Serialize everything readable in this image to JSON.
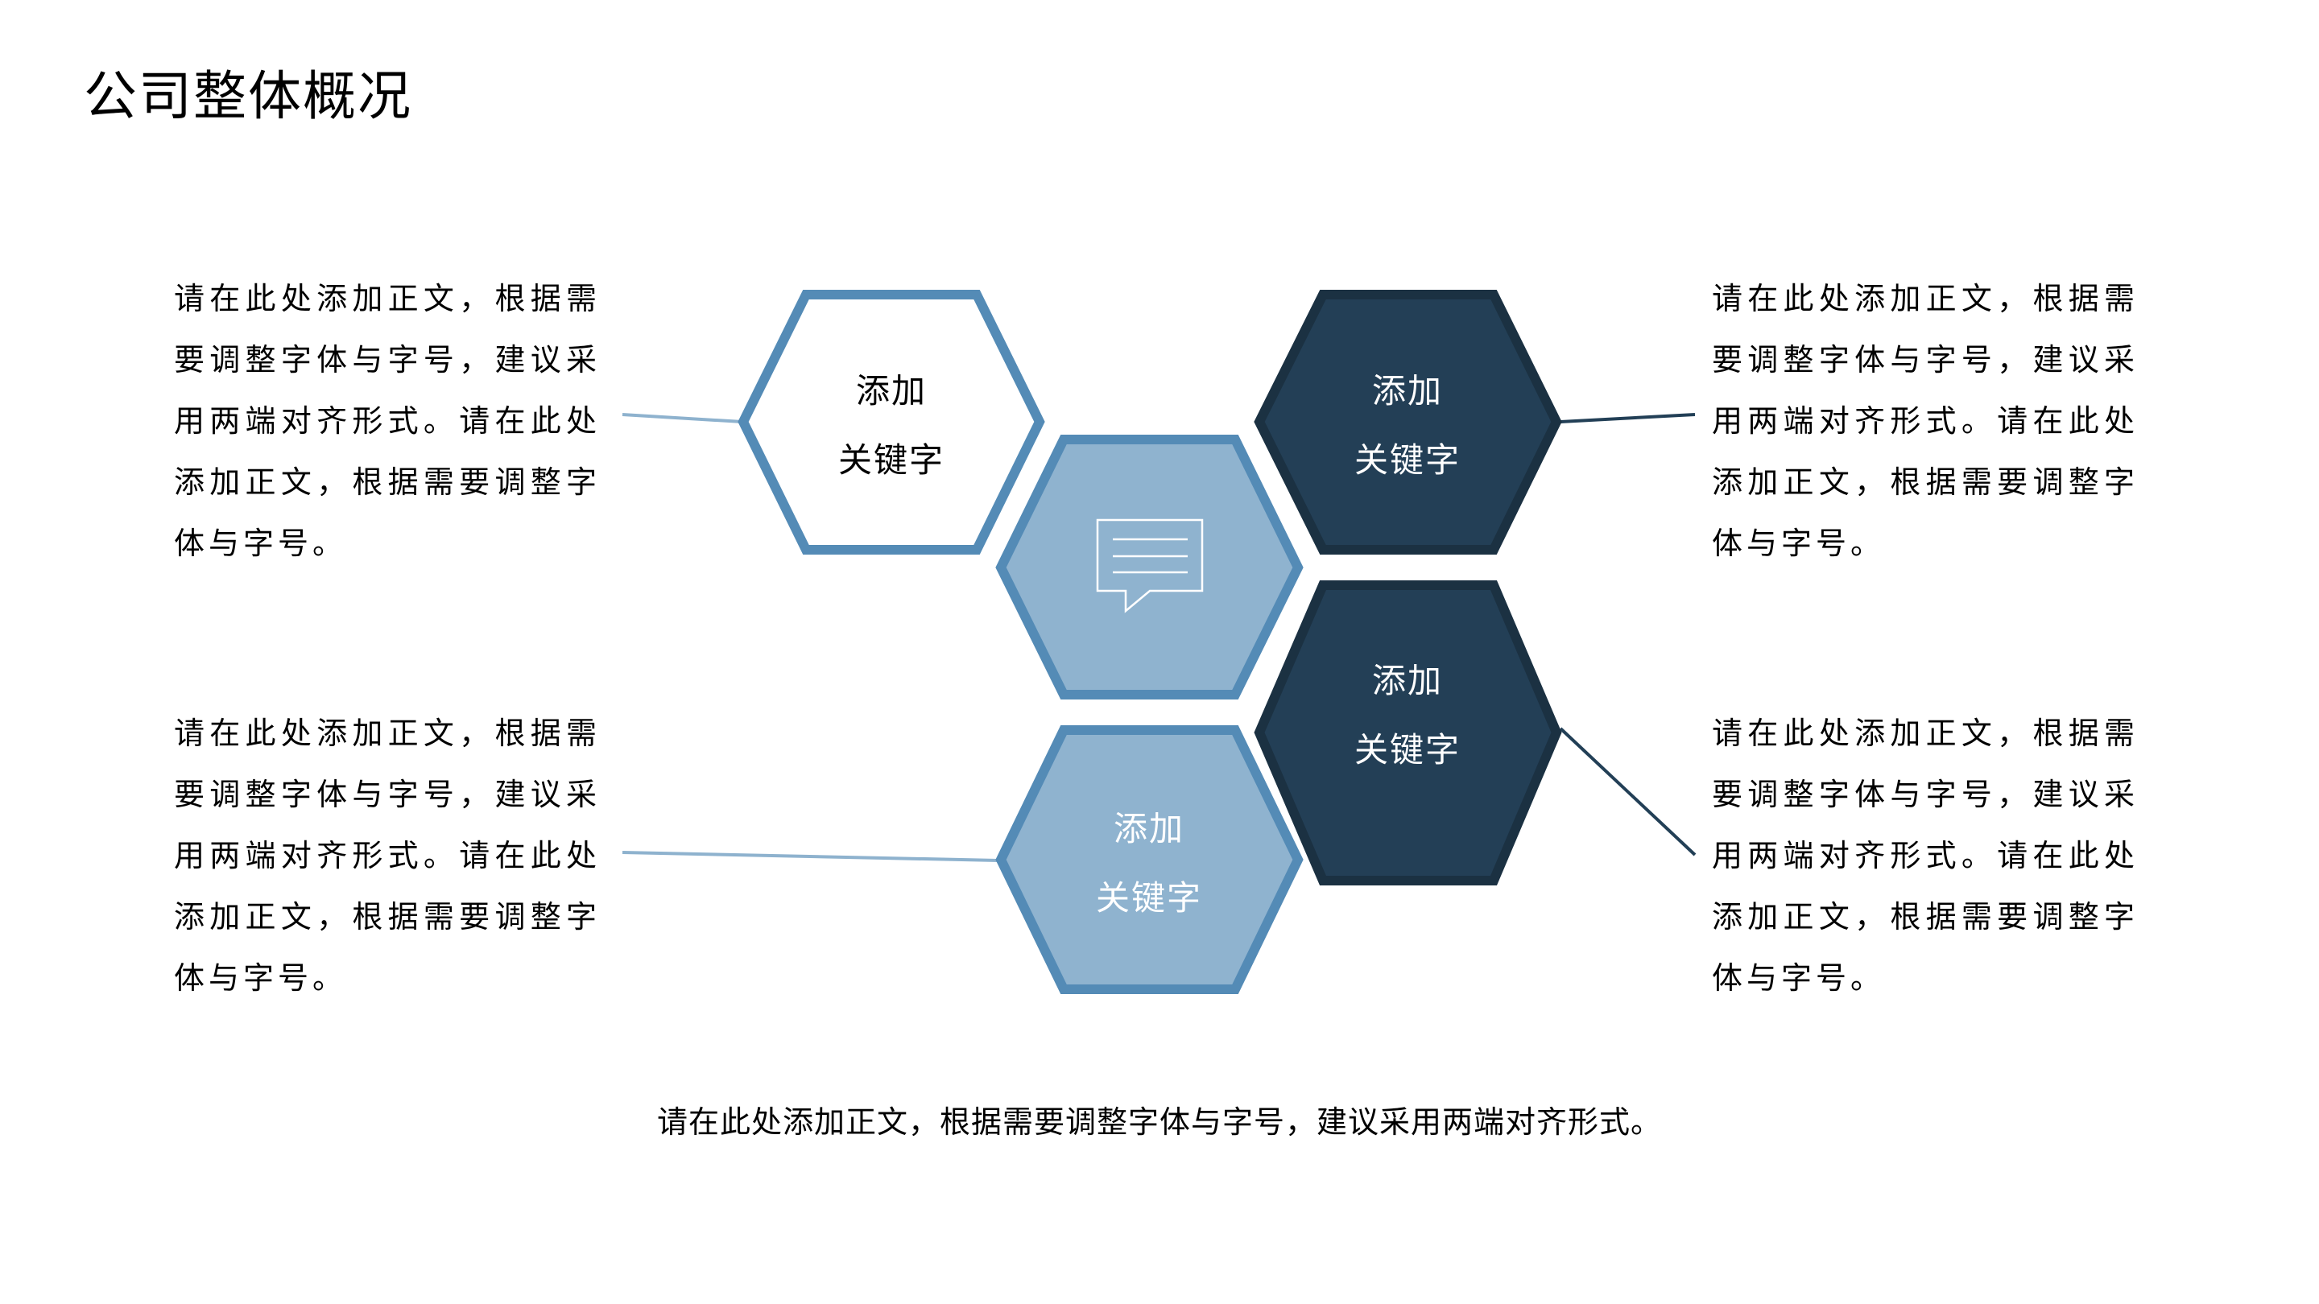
{
  "title": "公司整体概况",
  "colors": {
    "light_stroke": "#548BB6",
    "light_fill": "#8FB3CF",
    "dark_fill": "#233F56",
    "dark_stroke": "#1B3142",
    "white_fill": "#FFFFFF",
    "connector_light": "#8EB2CE",
    "connector_dark": "#223F56"
  },
  "hexagons": [
    {
      "id": "top-left",
      "style": "outline",
      "line1": "添加",
      "line2": "关键字"
    },
    {
      "id": "center",
      "style": "light",
      "icon": "speech-bubble-icon"
    },
    {
      "id": "top-right",
      "style": "dark",
      "line1": "添加",
      "line2": "关键字"
    },
    {
      "id": "bottom-right",
      "style": "dark",
      "line1": "添加",
      "line2": "关键字"
    },
    {
      "id": "bottom-center",
      "style": "light",
      "line1": "添加",
      "line2": "关键字"
    }
  ],
  "text_blocks": {
    "top_left": "请在此处添加正文，根据需要调整字体与字号，建议采用两端对齐形式。请在此处添加正文，根据需要调整字体与字号。",
    "bottom_left": "请在此处添加正文，根据需要调整字体与字号，建议采用两端对齐形式。请在此处添加正文，根据需要调整字体与字号。",
    "top_right": "请在此处添加正文，根据需要调整字体与字号，建议采用两端对齐形式。请在此处添加正文，根据需要调整字体与字号。",
    "bottom_right": "请在此处添加正文，根据需要调整字体与字号，建议采用两端对齐形式。请在此处添加正文，根据需要调整字体与字号。"
  },
  "caption": "请在此处添加正文，根据需要调整字体与字号，建议采用两端对齐形式。"
}
